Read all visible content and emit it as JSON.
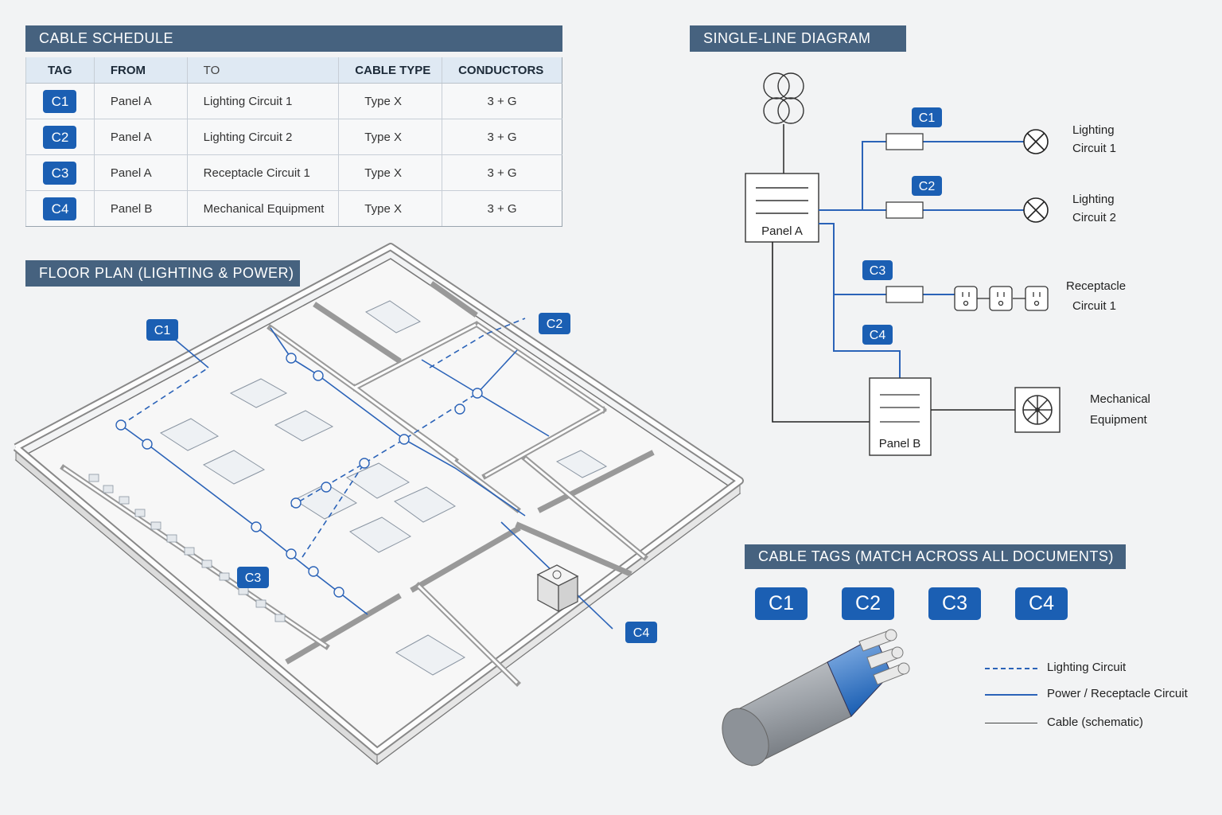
{
  "sections": {
    "schedule": "CABLE SCHEDULE",
    "sld": "SINGLE-LINE DIAGRAM",
    "plan": "FLOOR PLAN (LIGHTING & POWER)",
    "tags": "CABLE TAGS (MATCH ACROSS ALL DOCUMENTS)"
  },
  "schedule": {
    "headers": [
      "TAG",
      "FROM",
      "TO",
      "CABLE TYPE",
      "CONDUCTORS"
    ],
    "rows": [
      {
        "tag": "C1",
        "from": "Panel A",
        "to": "Lighting Circuit 1",
        "type": "Type X",
        "conductors": "3 + G"
      },
      {
        "tag": "C2",
        "from": "Panel A",
        "to": "Lighting Circuit 2",
        "type": "Type X",
        "conductors": "3 + G"
      },
      {
        "tag": "C3",
        "from": "Panel A",
        "to": "Receptacle Circuit 1",
        "type": "Type X",
        "conductors": "3 + G"
      },
      {
        "tag": "C4",
        "from": "Panel B",
        "to": "Mechanical Equipment",
        "type": "Type X",
        "conductors": "3 + G"
      }
    ]
  },
  "sld": {
    "panel_a": "Panel A",
    "panel_b": "Panel B",
    "lighting1": [
      "Lighting",
      "Circuit 1"
    ],
    "lighting2": [
      "Lighting",
      "Circuit 2"
    ],
    "receptacle1": [
      "Receptacle",
      "Circuit 1"
    ],
    "mechanical": [
      "Mechanical",
      "Equipment"
    ],
    "tags": [
      "C1",
      "C2",
      "C3",
      "C4"
    ]
  },
  "plan": {
    "tags": [
      "C1",
      "C2",
      "C3",
      "C4"
    ]
  },
  "big_tags": [
    "C1",
    "C2",
    "C3",
    "C4"
  ],
  "legend": {
    "lighting": "Lighting Circuit",
    "power": "Power / Receptacle Circuit",
    "cable": "Cable (schematic)"
  },
  "colors": {
    "accent": "#1b5fb3",
    "header": "#46627f",
    "circuit_line": "#2b63b8"
  }
}
